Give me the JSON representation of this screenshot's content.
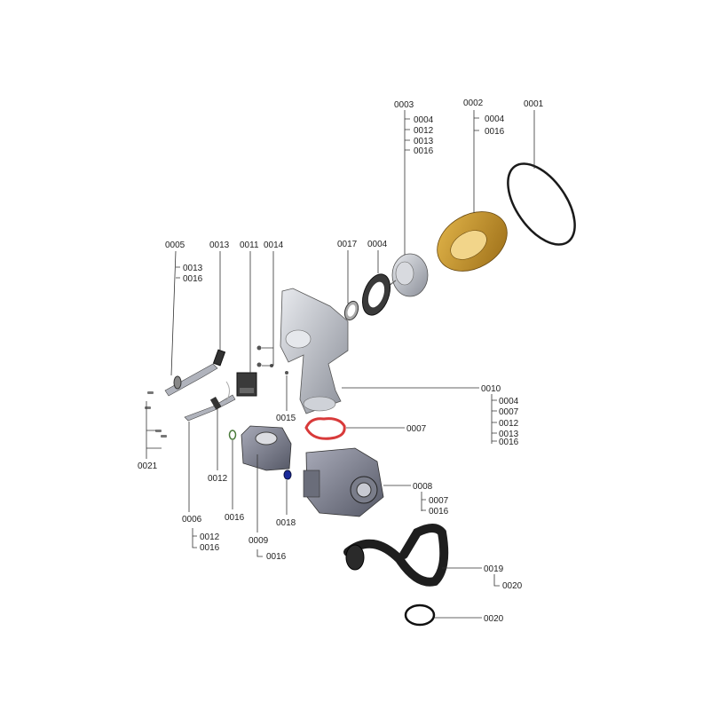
{
  "parts": {
    "p0001": {
      "label": "0001"
    },
    "p0002": {
      "label": "0002",
      "subs": [
        "0004",
        "0016"
      ]
    },
    "p0003": {
      "label": "0003",
      "subs": [
        "0004",
        "0012",
        "0013",
        "0016"
      ]
    },
    "p0004": {
      "label": "0004"
    },
    "p0005": {
      "label": "0005",
      "subs": [
        "0013",
        "0016"
      ]
    },
    "p0006": {
      "label": "0006",
      "subs": [
        "0012",
        "0016"
      ]
    },
    "p0007": {
      "label": "0007"
    },
    "p0008": {
      "label": "0008",
      "subs": [
        "0007",
        "0016"
      ]
    },
    "p0009": {
      "label": "0009",
      "subs": [
        "0016"
      ]
    },
    "p0010": {
      "label": "0010",
      "subs": [
        "0004",
        "0007",
        "0012",
        "0013",
        "0016"
      ]
    },
    "p0011": {
      "label": "0011"
    },
    "p0012": {
      "label": "0012"
    },
    "p0013": {
      "label": "0013"
    },
    "p0014": {
      "label": "0014"
    },
    "p0015": {
      "label": "0015"
    },
    "p0016": {
      "label": "0016"
    },
    "p0017": {
      "label": "0017"
    },
    "p0018": {
      "label": "0018"
    },
    "p0019": {
      "label": "0019",
      "subs": [
        "0020"
      ]
    },
    "p0020": {
      "label": "0020"
    },
    "p0021": {
      "label": "0021"
    }
  },
  "colors": {
    "brass": "#c8962a",
    "gasket_red": "#d83a3a",
    "blue_part": "#1a2a9a",
    "green_oring": "#4a7a3a",
    "metal": "#b8bcc4",
    "dark": "#2a2a2a"
  }
}
